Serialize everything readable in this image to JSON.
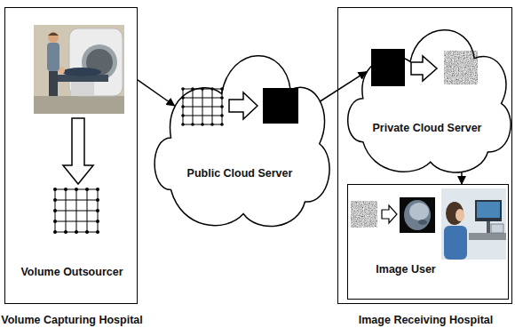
{
  "diagram": {
    "nodes": [
      {
        "text": [
          "Volume Outsourcer",
          "Volume Capturing Hospital"
        ]
      },
      {
        "text": [
          "Public Cloud Server"
        ]
      },
      {
        "text": [
          "Image Receiving Hospital"
        ]
      },
      {
        "text": [
          "Private Cloud Server"
        ],
        "in": 2
      },
      {
        "text": [
          "Image User"
        ],
        "in": 2
      }
    ],
    "edges": [
      {
        "from": 0,
        "to": 1,
        "arrow": "to"
      },
      {
        "from": 1,
        "to": 3,
        "arrow": "to"
      },
      {
        "from": 3,
        "to": 4,
        "arrow": "to"
      }
    ]
  }
}
